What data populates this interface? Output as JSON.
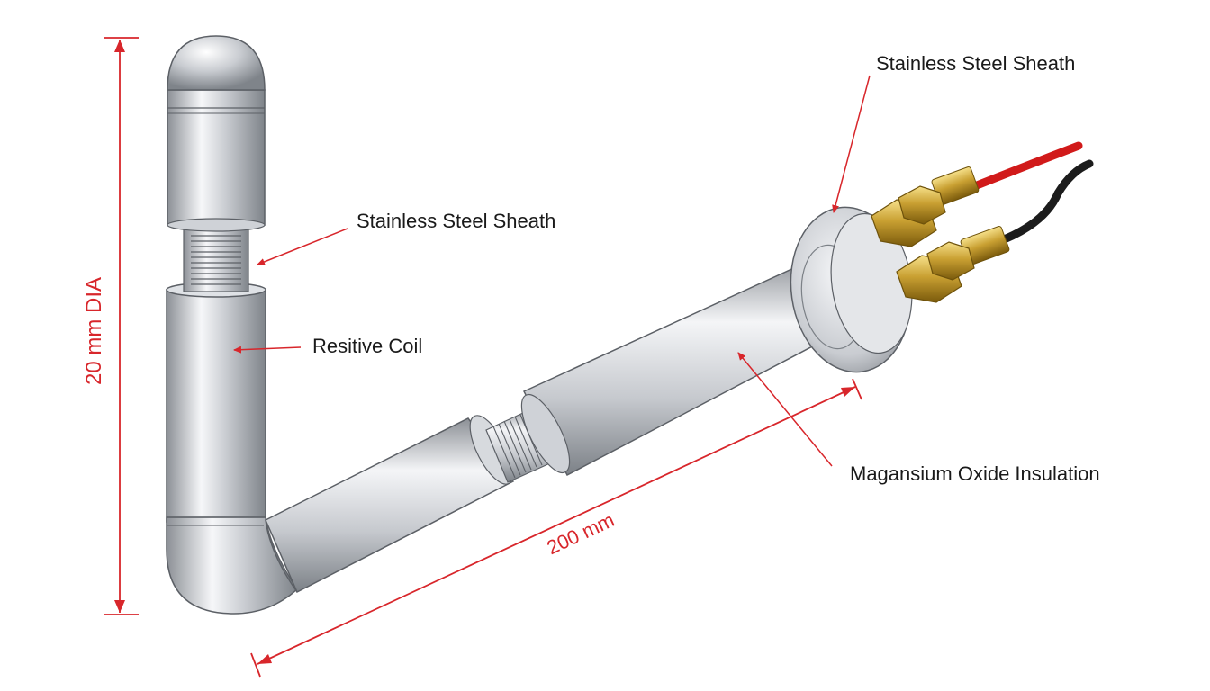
{
  "labels": {
    "sheath_top": "Stainless Steel Sheath",
    "sheath_mid": "Stainless Steel Sheath",
    "coil": "Resitive Coil",
    "insulation": "Magansium Oxide Insulation"
  },
  "dimensions": {
    "height_label": "20 mm DIA",
    "length_label": "200 mm"
  },
  "colors": {
    "annotation": "#d8262b",
    "leader": "#d8262b",
    "text": "#1a1a1a",
    "steel_light": "#f4f5f7",
    "steel_mid": "#c5c8cd",
    "steel_dark": "#8b8f95",
    "brass_light": "#f6e08a",
    "brass_dark": "#8a6a12",
    "wire_red": "#d11a1a",
    "wire_black": "#1c1c1c"
  }
}
